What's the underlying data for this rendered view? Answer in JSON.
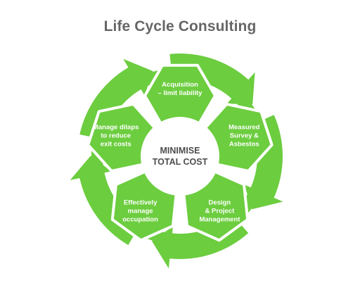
{
  "title": "Life Cycle Consulting",
  "center": {
    "line1": "MINIMISE",
    "line2": "TOTAL COST"
  },
  "stages": [
    {
      "name": "acquisition",
      "lines": [
        "Acquisition",
        "– limit liability"
      ]
    },
    {
      "name": "measured-survey",
      "lines": [
        "Measured",
        "Survey &",
        "Asbestos"
      ]
    },
    {
      "name": "design-project-management",
      "lines": [
        "Design",
        "& Project",
        "Management"
      ]
    },
    {
      "name": "effectively-manage-occupation",
      "lines": [
        "Effectively",
        "manage",
        "occupation"
      ]
    },
    {
      "name": "manage-dilaps",
      "lines": [
        "Manage dilaps",
        "to reduce",
        "exit costs"
      ]
    }
  ],
  "colors": {
    "accent": "#6ccd3f",
    "center_text": "#4d4d4d",
    "title": "#666666"
  }
}
